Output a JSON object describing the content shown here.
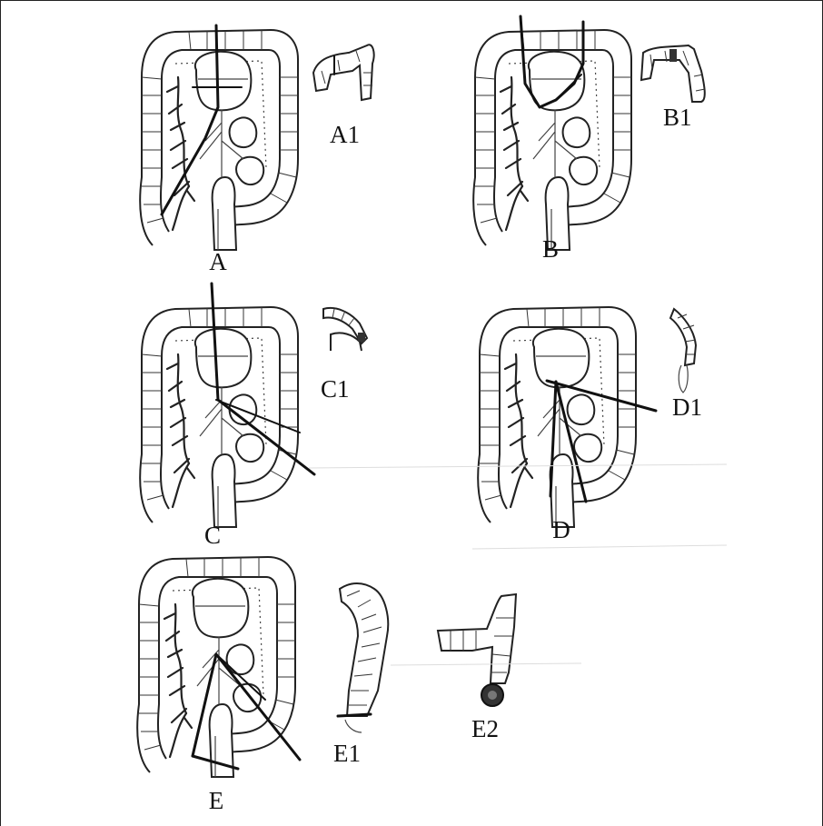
{
  "panels": [
    {
      "id": "A",
      "label": "A",
      "inset_label": "A1"
    },
    {
      "id": "B",
      "label": "B",
      "inset_label": "B1"
    },
    {
      "id": "C",
      "label": "C",
      "inset_label": "C1"
    },
    {
      "id": "D",
      "label": "D",
      "inset_label": "D1"
    },
    {
      "id": "E",
      "label": "E",
      "inset_labels": [
        "E1",
        "E2"
      ]
    }
  ]
}
